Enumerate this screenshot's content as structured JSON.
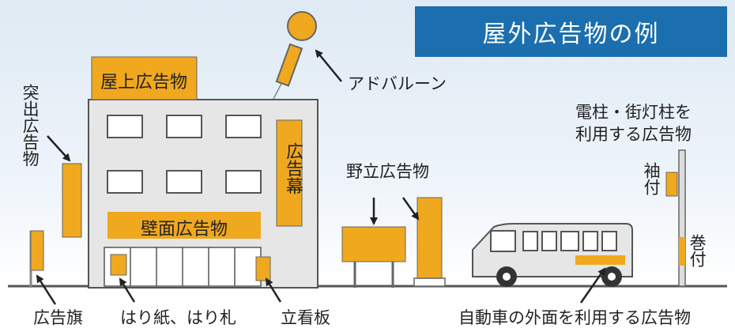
{
  "title": "屋外広告物の例",
  "signs": {
    "rooftop": "屋上広告物",
    "wall": "壁面広告物",
    "curtain": "広告幕",
    "wild": "野立広告物",
    "sode": "袖付",
    "maki": "巻付"
  },
  "labels": {
    "balloon": "アドバルーン",
    "protruding": "突出広告物",
    "pole_line1": "電柱・街灯柱を",
    "pole_line2": "利用する広告物",
    "flag": "広告旗",
    "paper": "はり紙、はり札",
    "standboard": "立看板",
    "vehicle": "自動車の外面を利用する広告物"
  },
  "colors": {
    "sign": "#f0a81e",
    "title_bg": "#1b6fae",
    "building": "#e6e6e6",
    "outline": "#555555"
  }
}
